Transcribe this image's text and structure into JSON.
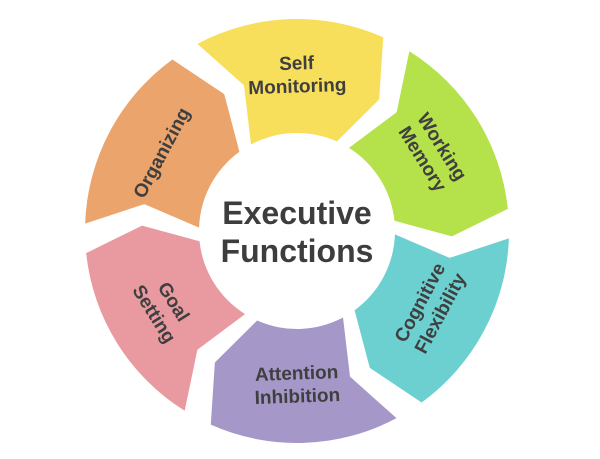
{
  "center": {
    "lines": [
      "Executive",
      "Functions"
    ]
  },
  "segments": [
    {
      "key": "working-memory",
      "lines": [
        "Working",
        "Memory"
      ],
      "color": "#b5e24a"
    },
    {
      "key": "cognitive-flexibility",
      "lines": [
        "Cognitive",
        "Flexibility"
      ],
      "color": "#6ccfd0"
    },
    {
      "key": "attention-inhibition",
      "lines": [
        "Attention",
        "Inhibition"
      ],
      "color": "#a597c8"
    },
    {
      "key": "goal-setting",
      "lines": [
        "Goal",
        "Setting"
      ],
      "color": "#e89aa0"
    },
    {
      "key": "organizing",
      "lines": [
        "Organizing"
      ],
      "color": "#eba46c"
    },
    {
      "key": "self-monitoring",
      "lines": [
        "Self",
        "Monitoring"
      ],
      "color": "#f7df5c"
    }
  ]
}
